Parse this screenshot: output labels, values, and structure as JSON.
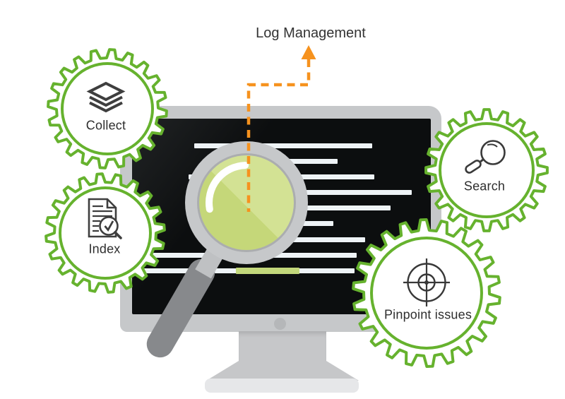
{
  "title": "Log Management",
  "flow": {
    "arrow_direction": "up",
    "style": "dashed",
    "color": "#f6921e"
  },
  "gears": [
    {
      "id": "collect",
      "label": "Collect",
      "icon": "layers-icon"
    },
    {
      "id": "index",
      "label": "Index",
      "icon": "document-search-icon"
    },
    {
      "id": "search",
      "label": "Search",
      "icon": "magnifying-glass-icon"
    },
    {
      "id": "pinpoint",
      "label": "Pinpoint issues",
      "icon": "crosshair-target-icon"
    }
  ],
  "monitor": {
    "log_line_count": 9,
    "highlighted_line": "green bar near bottom of screen"
  },
  "colors": {
    "gear_green": "#66b22e",
    "flow_orange": "#f6921e",
    "lens_green_dark": "#c5d779",
    "lens_green_light": "#d3e294",
    "screen_black": "#0c0e0f",
    "monitor_silver": "#c6c8ca",
    "handle_gray": "#87898c",
    "log_line_white": "#eef3f6",
    "highlight_bar_green": "#c3d87b",
    "icon_dark": "#3e3e3e",
    "text": "#2e2e2e"
  }
}
